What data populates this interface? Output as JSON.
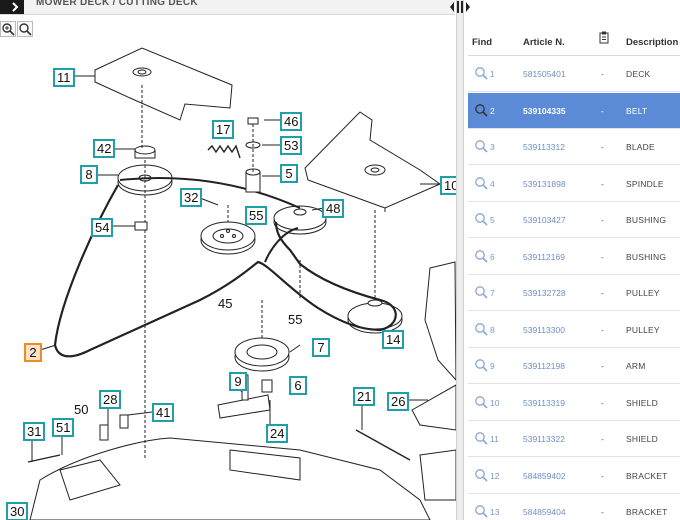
{
  "topbar": {
    "breadcrumb": "MOWER DECK / CUTTING DECK"
  },
  "diagram": {
    "callouts": [
      "11",
      "46",
      "17",
      "42",
      "53",
      "8",
      "5",
      "10",
      "32",
      "48",
      "55",
      "54",
      "45",
      "55",
      "7",
      "14",
      "2",
      "9",
      "6",
      "21",
      "26",
      "28",
      "50",
      "41",
      "51",
      "31",
      "24",
      "30"
    ]
  },
  "table": {
    "headers": {
      "find": "Find",
      "article": "Article N.",
      "description": "Description"
    },
    "rows": [
      {
        "index": "1",
        "article": "581505401",
        "qty": "-",
        "description": "DECK"
      },
      {
        "index": "2",
        "article": "539104335",
        "qty": "-",
        "description": "BELT"
      },
      {
        "index": "3",
        "article": "539113312",
        "qty": "-",
        "description": "BLADE"
      },
      {
        "index": "4",
        "article": "539131898",
        "qty": "-",
        "description": "SPINDLE"
      },
      {
        "index": "5",
        "article": "539103427",
        "qty": "-",
        "description": "BUSHING"
      },
      {
        "index": "6",
        "article": "539112169",
        "qty": "-",
        "description": "BUSHING"
      },
      {
        "index": "7",
        "article": "539132728",
        "qty": "-",
        "description": "PULLEY"
      },
      {
        "index": "8",
        "article": "539113300",
        "qty": "-",
        "description": "PULLEY"
      },
      {
        "index": "9",
        "article": "539112198",
        "qty": "-",
        "description": "ARM"
      },
      {
        "index": "10",
        "article": "539113319",
        "qty": "-",
        "description": "SHIELD"
      },
      {
        "index": "11",
        "article": "539113322",
        "qty": "-",
        "description": "SHIELD"
      },
      {
        "index": "12",
        "article": "584859402",
        "qty": "-",
        "description": "BRACKET"
      },
      {
        "index": "13",
        "article": "584859404",
        "qty": "-",
        "description": "BRACKET"
      }
    ]
  },
  "colors": {
    "callout_border": "#1f9fa6",
    "highlight": "#f08a24",
    "selected_row": "#5b8bd6",
    "link": "#6d8ec8"
  }
}
